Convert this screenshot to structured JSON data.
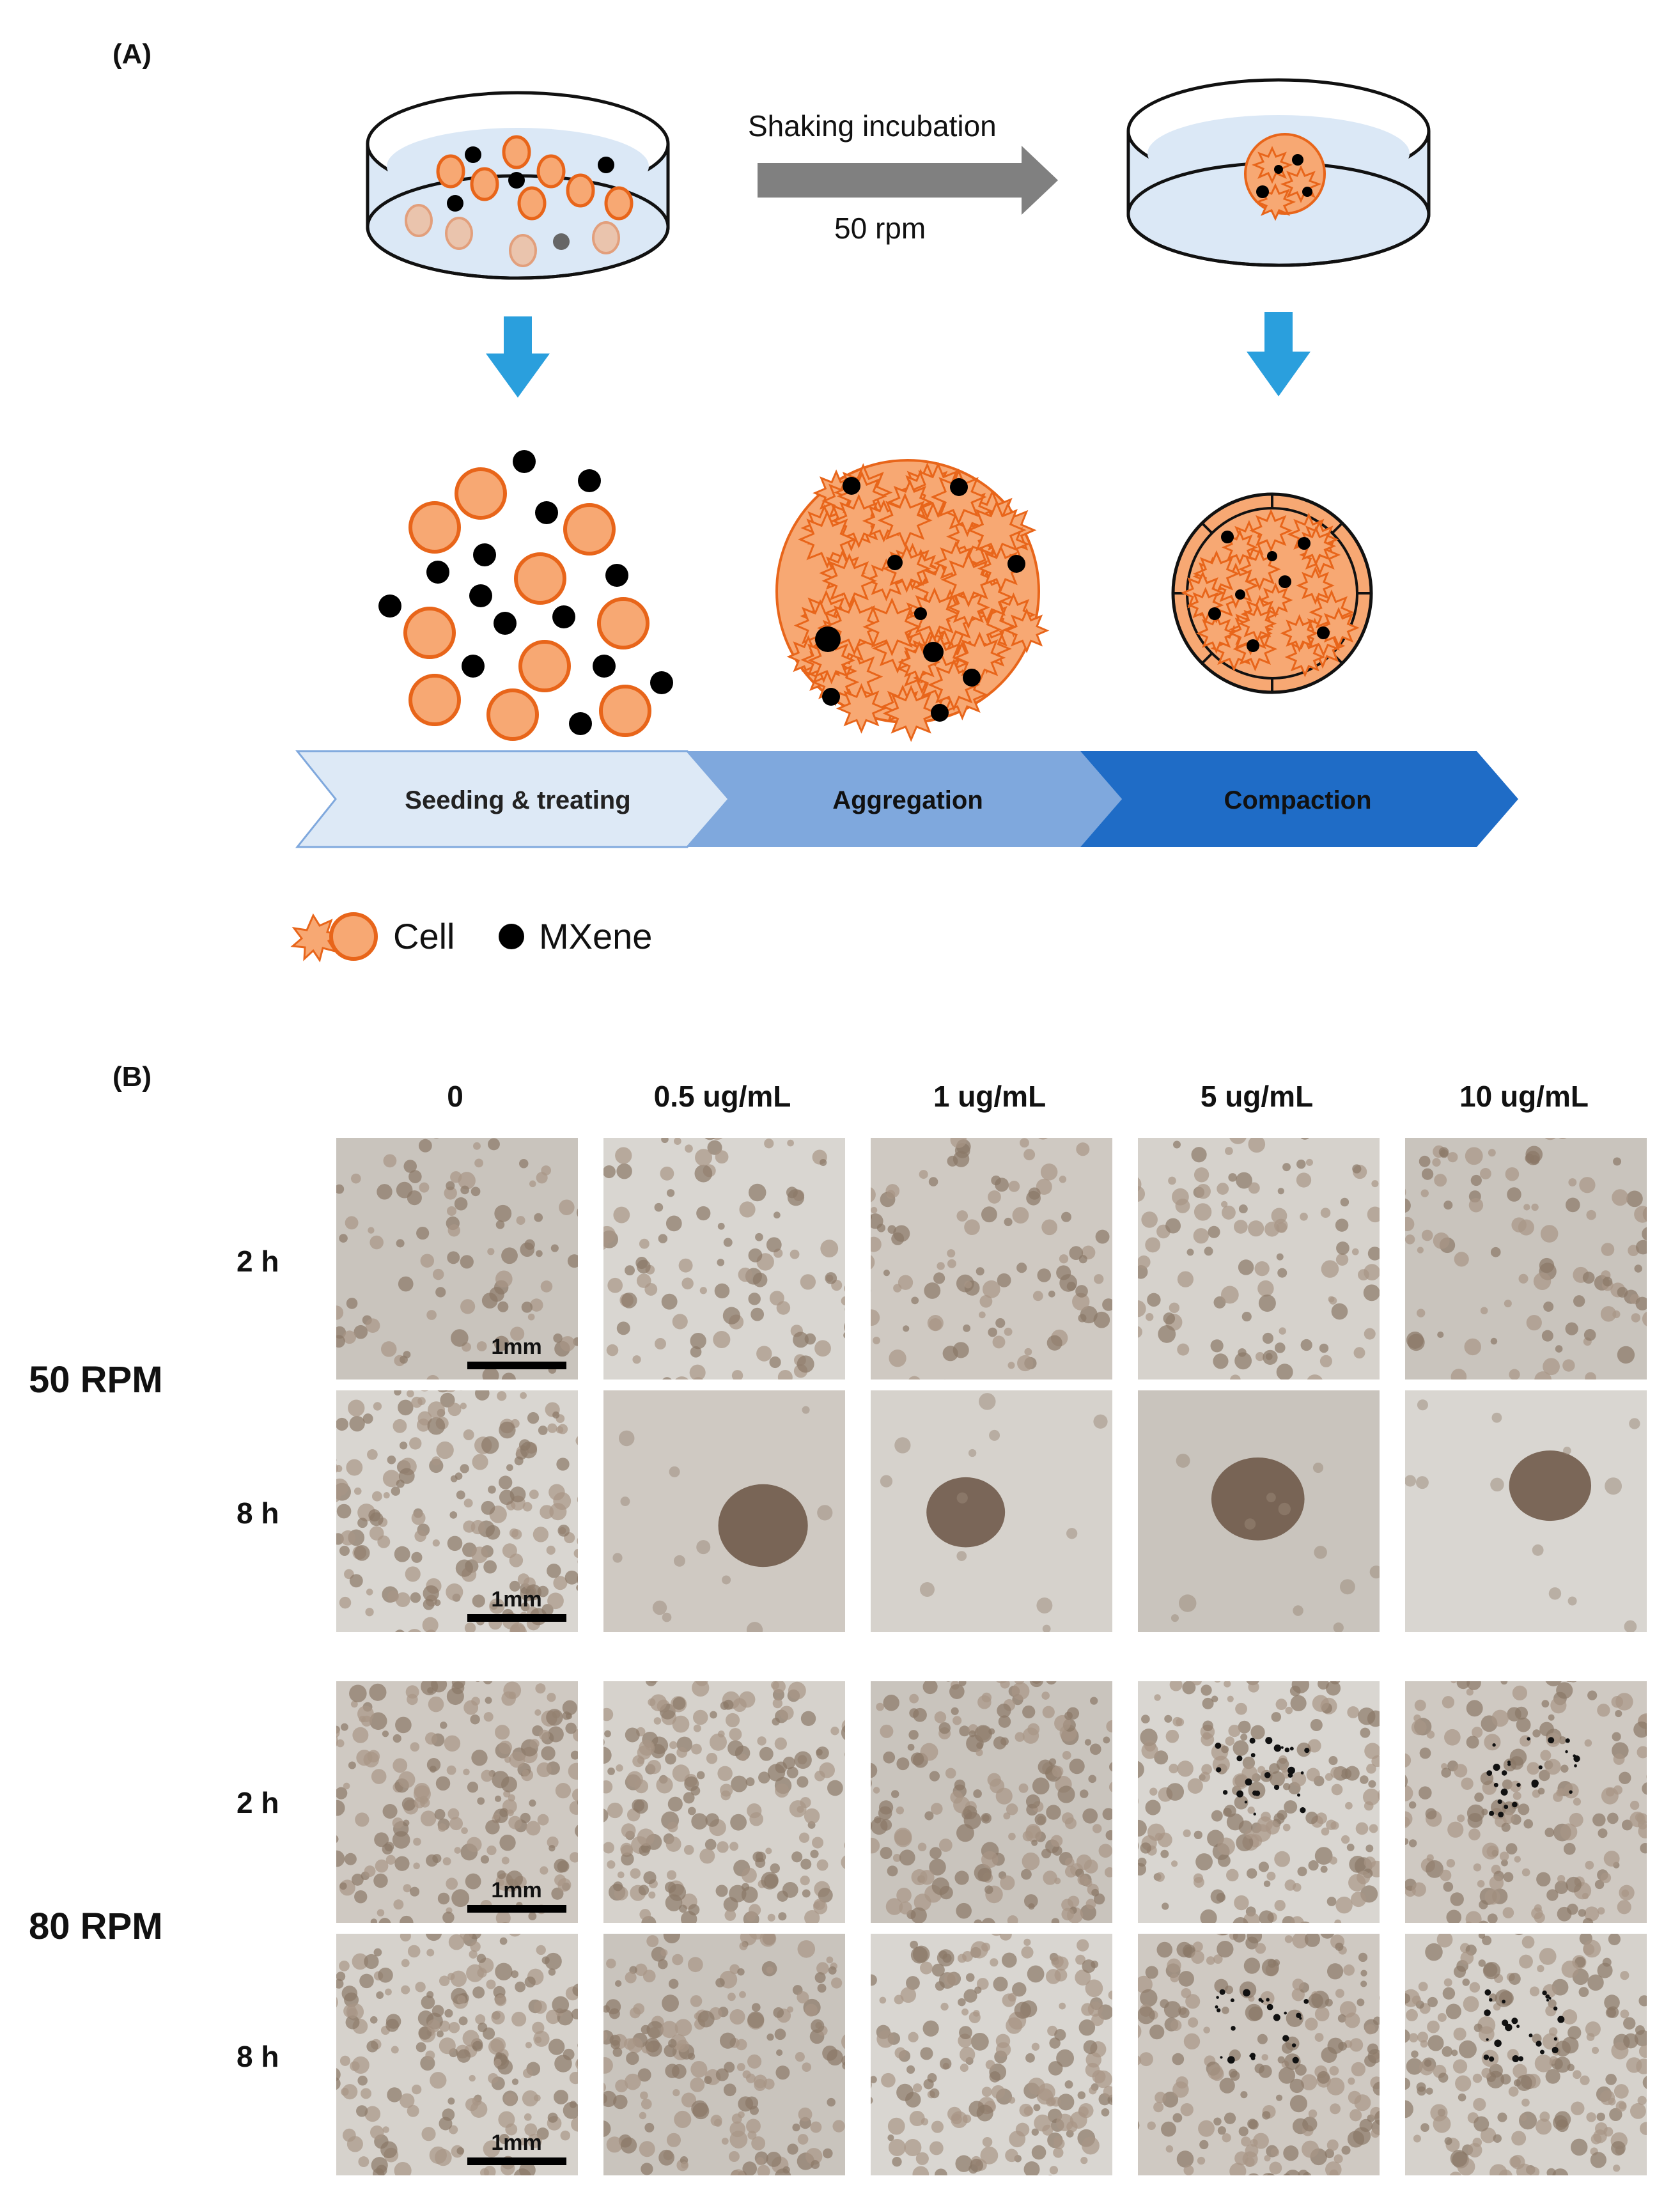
{
  "panel_a": {
    "label": "(A)",
    "arrow_top": "Shaking incubation",
    "arrow_bottom": "50 rpm",
    "steps": [
      "Seeding & treating",
      "Aggregation",
      "Compaction"
    ],
    "legend": {
      "cell": "Cell",
      "mxene": "MXene"
    },
    "colors": {
      "cell_fill": "#f7a873",
      "cell_stroke": "#e8651a",
      "mxene": "#000000",
      "step1": "#dde9f6",
      "step2": "#7fa8dd",
      "step3": "#1f6cc6",
      "down_arrow": "#2a9fdd",
      "shake_arrow": "#808080"
    }
  },
  "panel_b": {
    "label": "(B)",
    "columns": [
      "0",
      "0.5 ug/mL",
      "1 ug/mL",
      "5 ug/mL",
      "10 ug/mL"
    ],
    "groups": [
      {
        "rpm": "50 RPM",
        "rows": [
          "2 h",
          "8 h"
        ]
      },
      {
        "rpm": "80 RPM",
        "rows": [
          "2 h",
          "8 h"
        ]
      }
    ],
    "scale_bar": "1mm"
  }
}
